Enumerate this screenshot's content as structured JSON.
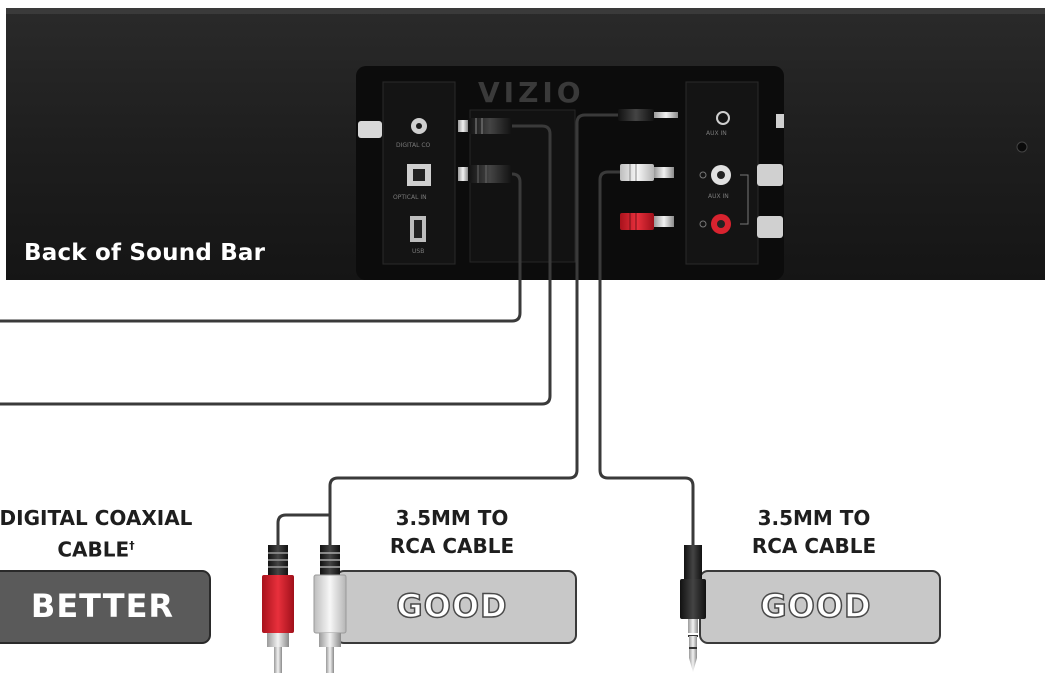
{
  "sound_bar": {
    "label": "Back of Sound Bar",
    "logo_text": "VIZIO",
    "ports": {
      "digital_coax": "DIGITAL CO",
      "optical": "OPTICAL IN",
      "usb": "USB",
      "aux_35": "AUX IN",
      "aux_rca": "AUX IN"
    }
  },
  "cables": [
    {
      "label_line1": "DIGITAL COAXIAL",
      "label_line2": "CABLE",
      "footnote": "†",
      "rating": "BETTER"
    },
    {
      "label_line1": "3.5MM TO",
      "label_line2": "RCA CABLE",
      "rating": "GOOD"
    },
    {
      "label_line1": "3.5MM TO",
      "label_line2": "RCA CABLE",
      "rating": "GOOD"
    }
  ],
  "colors": {
    "bar_body": "#1f1f1f",
    "panel": "#0d0d0d",
    "wire": "#3a3a3a",
    "rca_red": "#d8232f",
    "rca_white": "#e6e6e6",
    "better_box": "#5a5a5a",
    "good_box": "#c8c8c8"
  }
}
